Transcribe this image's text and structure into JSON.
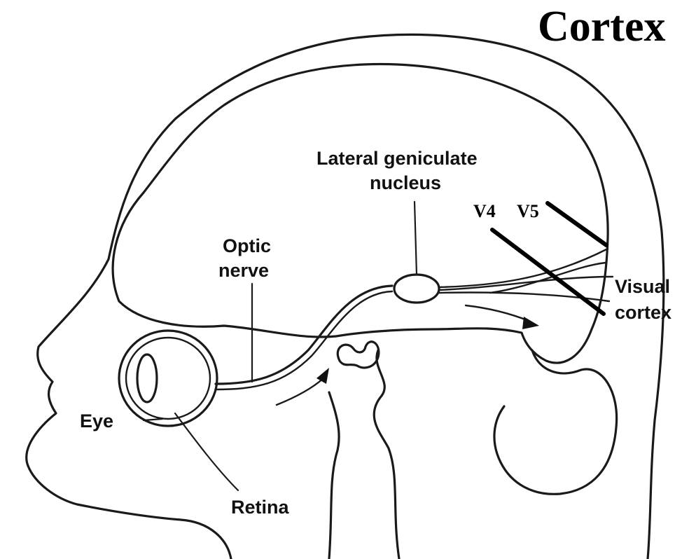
{
  "title": "Cortex",
  "labels": {
    "lgn_line1": "Lateral geniculate",
    "lgn_line2": "nucleus",
    "optic_line1": "Optic",
    "optic_line2": "nerve",
    "visual_line1": "Visual",
    "visual_line2": "cortex",
    "eye": "Eye",
    "retina": "Retina",
    "v4": "V4",
    "v5": "V5"
  }
}
